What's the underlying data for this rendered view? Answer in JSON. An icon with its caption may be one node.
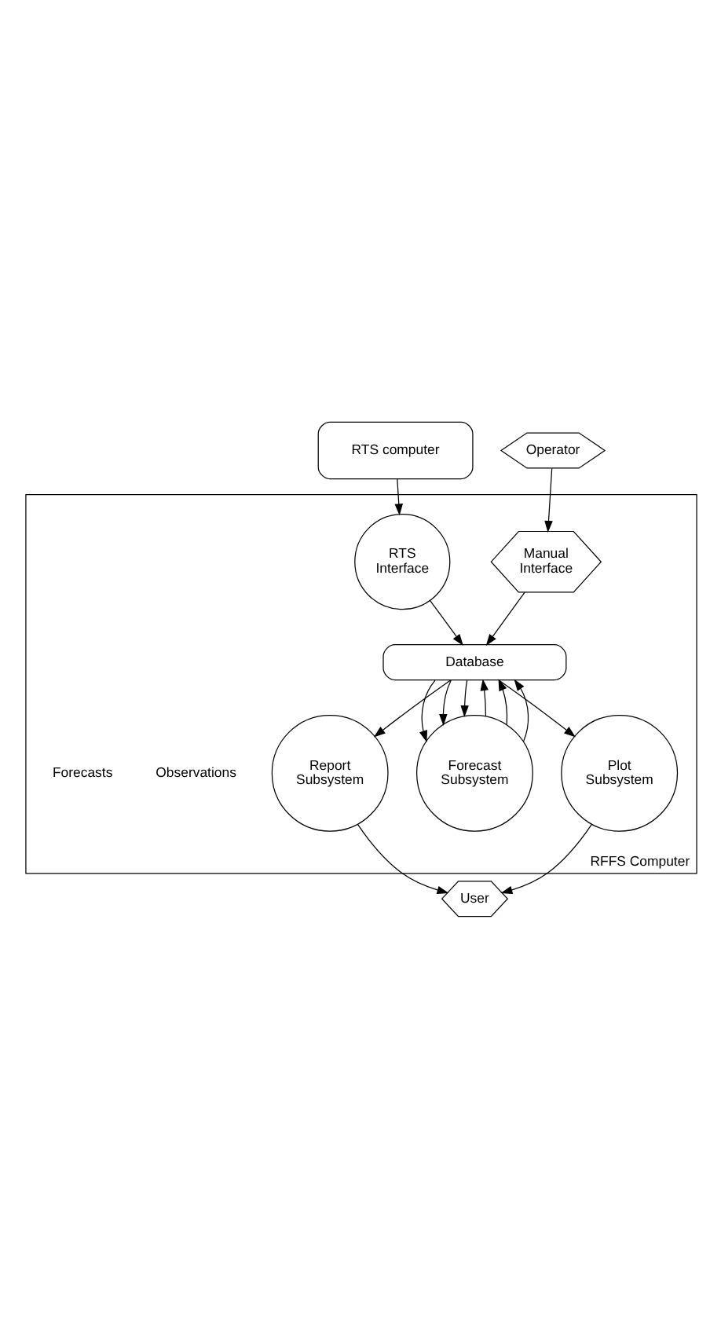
{
  "diagram": {
    "nodes": [
      {
        "text": [
          "RTS computer"
        ]
      },
      {
        "text": [
          "Operator"
        ]
      },
      {
        "text": [
          "RFFS Computer"
        ]
      },
      {
        "text": [
          "RTS Interface"
        ],
        "in": 2
      },
      {
        "text": [
          "Manual Interface"
        ],
        "in": 2
      },
      {
        "text": [
          "Database"
        ],
        "in": 2
      },
      {
        "text": [
          "Forecast Subsystem"
        ],
        "in": 2
      },
      {
        "text": [
          "Plot Subsystem"
        ],
        "in": 2
      },
      {
        "text": [
          "Report Subsystem"
        ],
        "in": 2
      },
      {
        "text": [
          "User"
        ]
      }
    ],
    "edges": [
      {
        "from": 0,
        "to": 3,
        "arrow": "to"
      },
      {
        "from": 1,
        "to": 4,
        "arrow": "to"
      },
      {
        "from": 3,
        "to": 5,
        "arrow": "to"
      },
      {
        "from": 4,
        "to": 5,
        "arrow": "to"
      },
      {
        "from": 5,
        "to": 6,
        "arrow": "to"
      },
      {
        "from": 5,
        "to": 6,
        "arrow": "to"
      },
      {
        "from": 5,
        "to": 6,
        "arrow": "to"
      },
      {
        "from": 6,
        "to": 5,
        "arrow": "to"
      },
      {
        "from": 6,
        "to": 5,
        "arrow": "to"
      },
      {
        "from": 6,
        "to": 5,
        "arrow": "to"
      },
      {
        "from": 5,
        "to": 7,
        "arrow": "to"
      },
      {
        "from": 5,
        "to": 8,
        "arrow": "to"
      },
      {
        "from": 7,
        "to": 9,
        "arrow": "to"
      },
      {
        "from": 8,
        "to": 9,
        "arrow": "to"
      }
    ],
    "labels": [
      "Observations",
      "Forecasts"
    ]
  }
}
